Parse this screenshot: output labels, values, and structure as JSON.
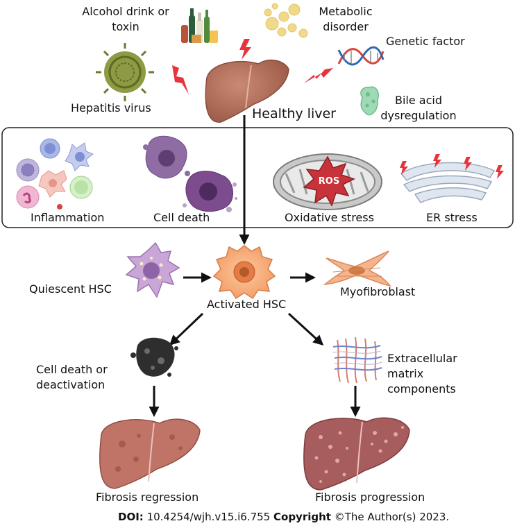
{
  "factors": {
    "alcohol": "Alcohol drink or\ntoxin",
    "metabolic": "Metabolic\ndisorder",
    "genetic": "Genetic factor",
    "hepatitis": "Hepatitis virus",
    "healthy_liver": "Healthy liver",
    "bile_acid": "Bile acid\ndysregulation"
  },
  "stress_box": {
    "inflammation": "Inflammation",
    "cell_death": "Cell death",
    "ros_label": "ROS",
    "oxidative": "Oxidative stress",
    "er": "ER stress"
  },
  "hsc": {
    "quiescent": "Quiescent HSC",
    "activated": "Activated HSC",
    "myofibroblast": "Myofibroblast"
  },
  "outcomes": {
    "death_deact": "Cell death or\ndeactivation",
    "ecm": "Extracellular\nmatrix\ncomponents",
    "regression": "Fibrosis regression",
    "progression": "Fibrosis progression"
  },
  "footer": {
    "doi_label": "DOI:",
    "doi_value": "10.4254/wjh.v15.i6.755",
    "copyright_label": "Copyright",
    "copyright_value": "©The Author(s) 2023."
  },
  "colors": {
    "liver": "#b06a55",
    "arrow": "#111111",
    "bolt": "#e8333c",
    "hsc_orange": "#f3a673",
    "quiescent_purple": "#c9a5d8"
  }
}
